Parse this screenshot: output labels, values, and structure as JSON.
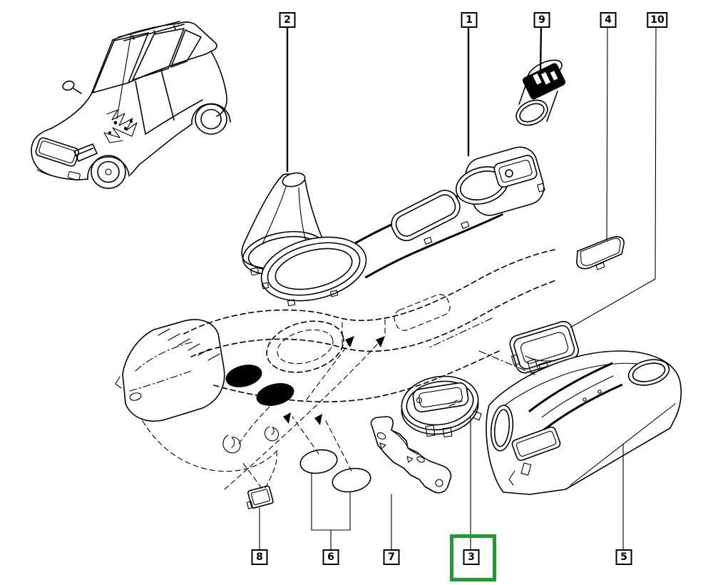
{
  "diagram": {
    "background_color": "#ffffff",
    "line_color": "#000000",
    "highlight_color": "#1d9e2c",
    "highlighted_callout": "3",
    "callouts": {
      "top": [
        {
          "label": "2"
        },
        {
          "label": "1"
        },
        {
          "label": "9"
        },
        {
          "label": "4"
        },
        {
          "label": "10"
        }
      ],
      "bottom": [
        {
          "label": "8"
        },
        {
          "label": "6"
        },
        {
          "label": "7"
        },
        {
          "label": "3"
        },
        {
          "label": "5"
        }
      ]
    }
  }
}
